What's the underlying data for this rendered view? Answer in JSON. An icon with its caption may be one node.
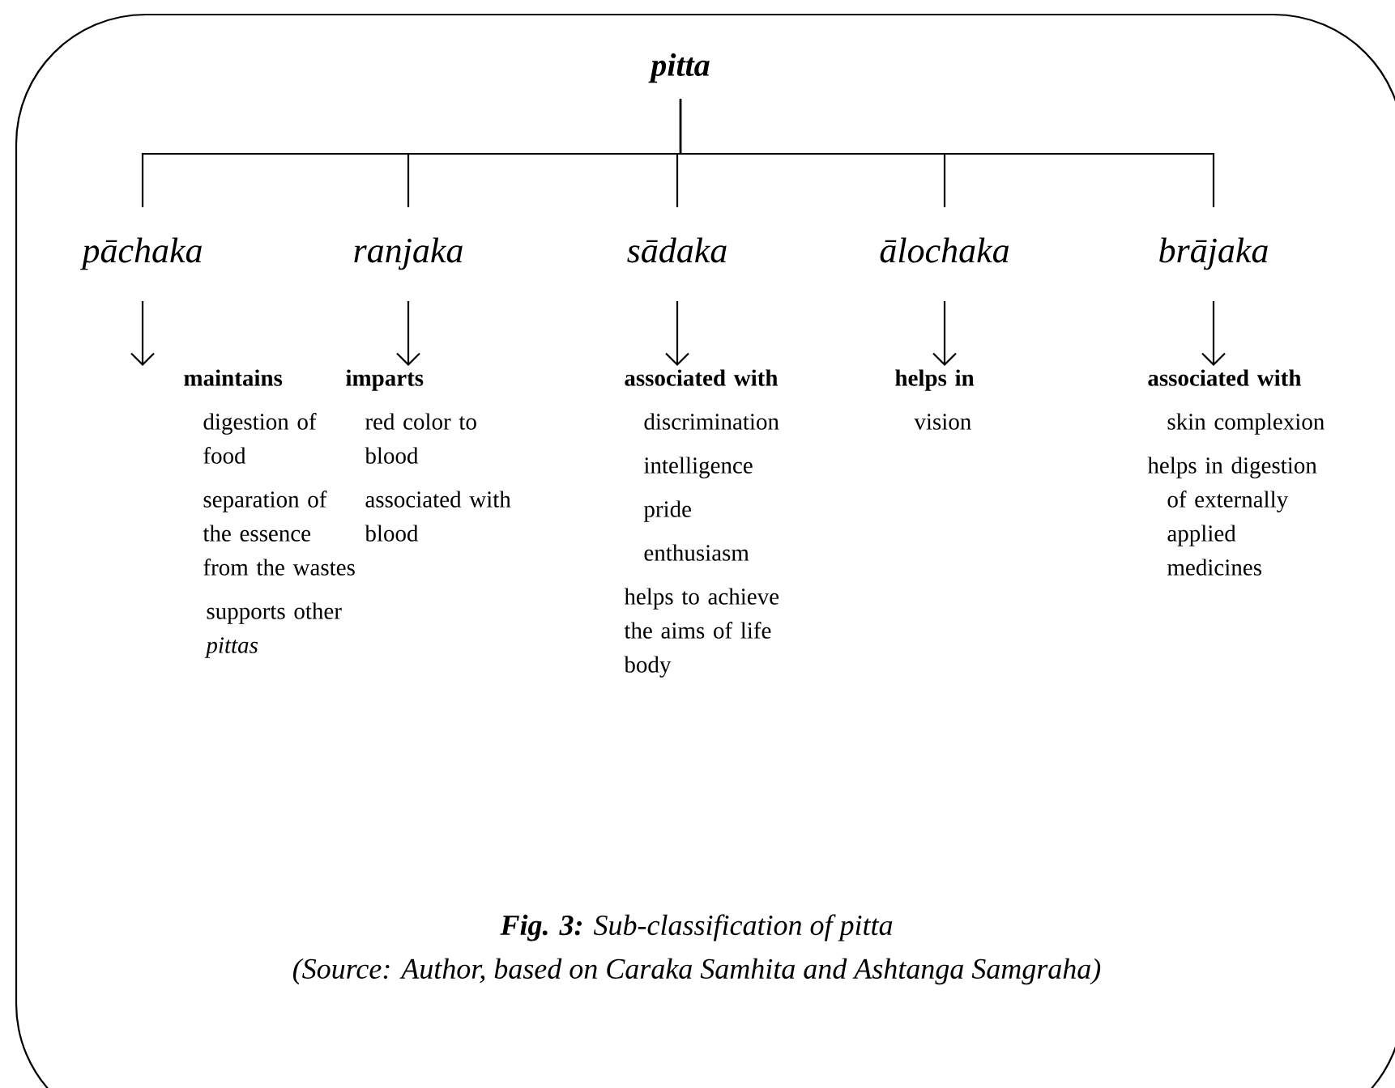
{
  "diagram": {
    "caption": "**Fig. 3:** Sub-classification of pitta",
    "nodes": [
      {
        "text": [
          "pitta"
        ]
      },
      {
        "text": [
          "pāchaka"
        ]
      },
      {
        "text": [
          "ranjaka"
        ]
      },
      {
        "text": [
          "sādaka"
        ]
      },
      {
        "text": [
          "ālochaka"
        ]
      },
      {
        "text": [
          "brājaka"
        ]
      },
      {
        "text": [
          "maintains",
          "digestion of food",
          "separation of the essence from the wastes",
          "supports other *pittas*"
        ]
      },
      {
        "text": [
          "imparts",
          "red color to blood",
          "associated with blood"
        ]
      },
      {
        "text": [
          "associated with",
          "discrimination",
          "intelligence",
          "pride",
          "enthusiasm",
          "helps to achieve the aims of life body"
        ]
      },
      {
        "text": [
          "helps in",
          "vision"
        ]
      },
      {
        "text": [
          "associated with",
          "skin complexion",
          "helps in digestion of externally applied medicines"
        ]
      }
    ],
    "edges": [
      {
        "from": 0,
        "to": 1,
        "arrow": "none"
      },
      {
        "from": 0,
        "to": 2,
        "arrow": "none"
      },
      {
        "from": 0,
        "to": 3,
        "arrow": "none"
      },
      {
        "from": 0,
        "to": 4,
        "arrow": "none"
      },
      {
        "from": 0,
        "to": 5,
        "arrow": "none"
      },
      {
        "from": 1,
        "to": 6,
        "arrow": "to"
      },
      {
        "from": 2,
        "to": 7,
        "arrow": "to"
      },
      {
        "from": 3,
        "to": 8,
        "arrow": "to"
      },
      {
        "from": 4,
        "to": 9,
        "arrow": "to"
      },
      {
        "from": 5,
        "to": 10,
        "arrow": "to"
      }
    ],
    "labels": [
      "(Source: Author, based on Caraka Samhita and Ashtanga Samgraha)"
    ]
  }
}
